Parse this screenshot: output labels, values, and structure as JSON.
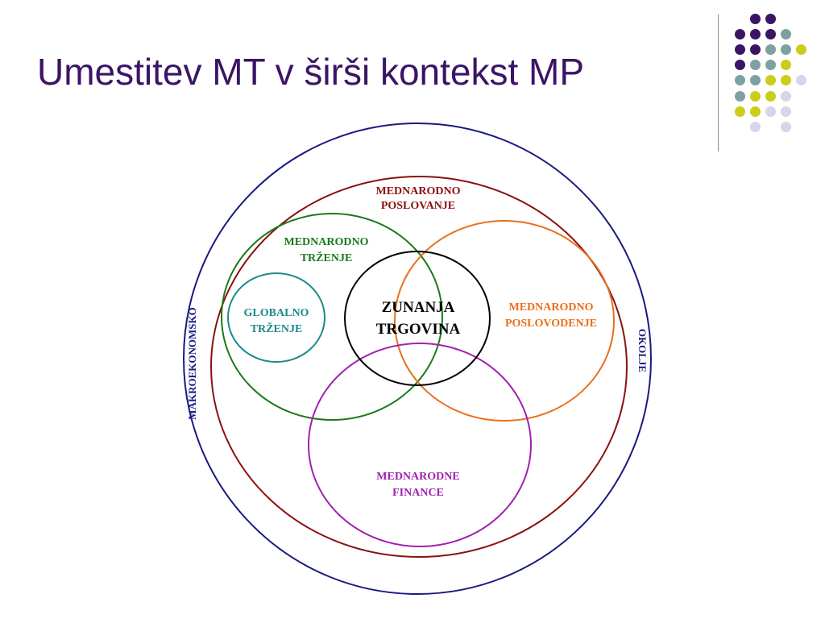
{
  "slide": {
    "title": "Umestitev MT v širši kontekst MP"
  },
  "colors": {
    "title": "#3b1466",
    "dot_purple": "#3b1466",
    "dot_teal": "#7da1a1",
    "dot_yellow": "#cccc1a",
    "dot_lavender": "#d6d6ea",
    "makroekonomsko_okolje": "#1a1a80",
    "mednarodno_poslovanje": "#8b1010",
    "mednarodno_trzenje": "#1a7a1a",
    "globalno_trzenje": "#1a8a8a",
    "zunanja_trgovina": "#000000",
    "mednarodno_poslovodenje": "#e8701a",
    "mednarodne_finance": "#a020b0"
  },
  "diagram": {
    "outer_left_label": "MAKROEKONOMSKO",
    "outer_right_label": "OKOLJE",
    "mednarodno_poslovanje": {
      "line1": "MEDNARODNO",
      "line2": "POSLOVANJE"
    },
    "mednarodno_trzenje": {
      "line1": "MEDNARODNO",
      "line2": "TRŽENJE"
    },
    "globalno_trzenje": {
      "line1": "GLOBALNO",
      "line2": "TRŽENJE"
    },
    "zunanja_trgovina": {
      "line1": "ZUNANJA",
      "line2": "TRGOVINA"
    },
    "mednarodno_poslovodenje": {
      "line1": "MEDNARODNO",
      "line2": "POSLOVODENJE"
    },
    "mednarodne_finance": {
      "line1": "MEDNARODNE",
      "line2": "FINANCE"
    }
  },
  "decoration": {
    "dot_rows": [
      [
        "",
        "purple",
        "purple",
        "",
        "",
        ""
      ],
      [
        "purple",
        "purple",
        "purple",
        "teal",
        "",
        ""
      ],
      [
        "purple",
        "purple",
        "teal",
        "teal",
        "yellow",
        ""
      ],
      [
        "purple",
        "teal",
        "teal",
        "yellow",
        "",
        ""
      ],
      [
        "teal",
        "teal",
        "yellow",
        "yellow",
        "lavender",
        ""
      ],
      [
        "teal",
        "yellow",
        "yellow",
        "lavender",
        "",
        ""
      ],
      [
        "yellow",
        "yellow",
        "lavender",
        "lavender",
        "",
        ""
      ],
      [
        "",
        "lavender",
        "",
        "lavender",
        "",
        ""
      ]
    ]
  }
}
